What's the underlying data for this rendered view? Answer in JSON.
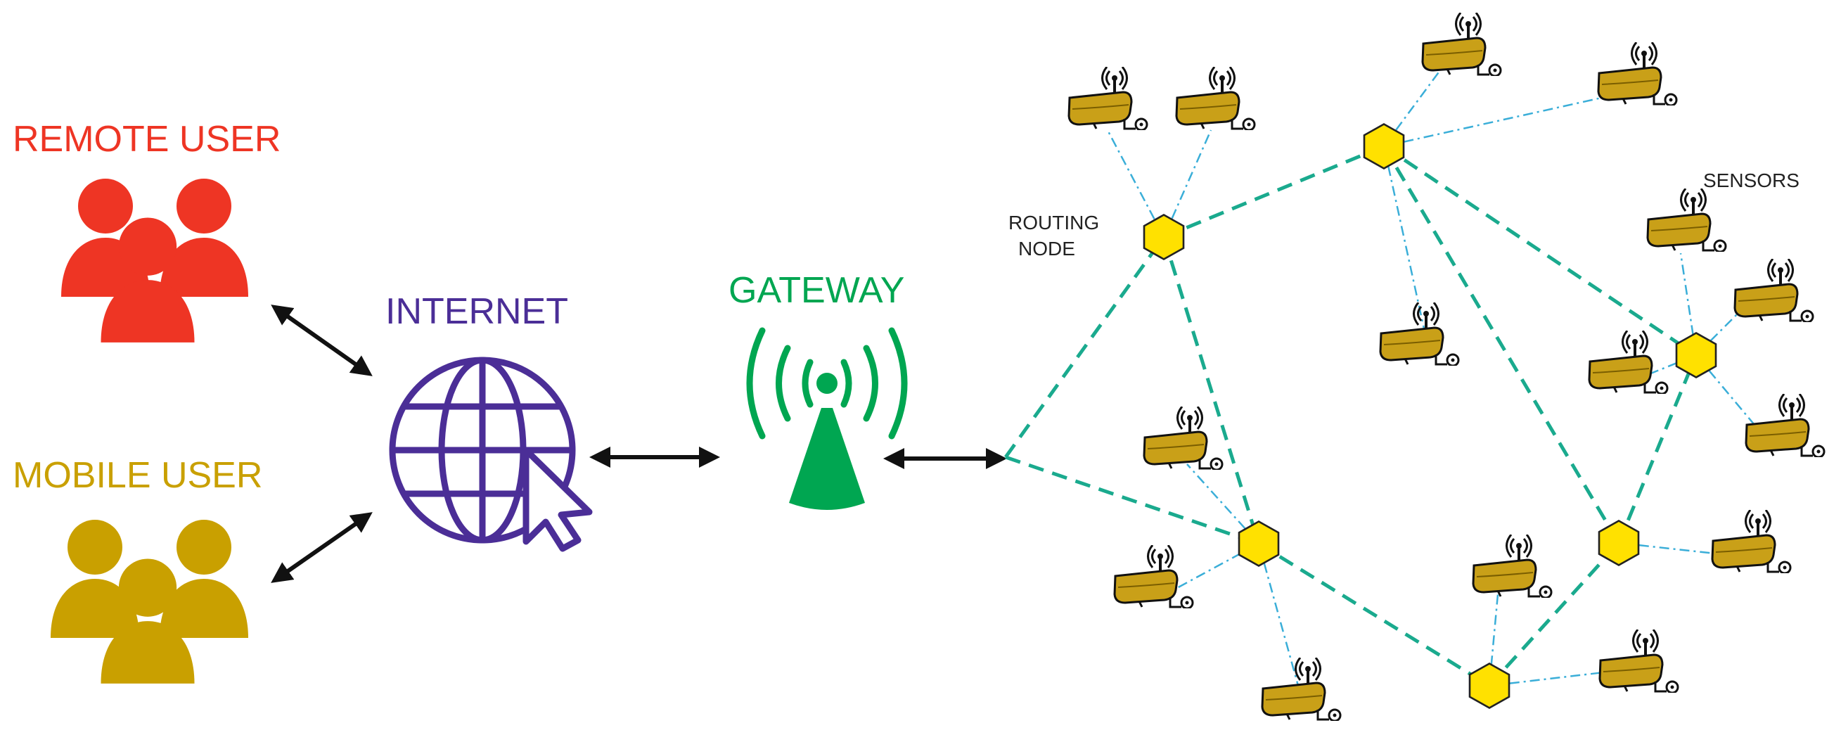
{
  "labels": {
    "remote_user": "REMOTE USER",
    "mobile_user": "MOBILE USER",
    "internet": "INTERNET",
    "gateway": "GATEWAY",
    "routing_node_line1": "ROUTING",
    "routing_node_line2": "NODE",
    "sensors": "SENSORS"
  },
  "colors": {
    "remote_user": "#ee3524",
    "mobile_user": "#c9a000",
    "internet": "#4b2e97",
    "gateway": "#00a651",
    "routing_node": "#ffe100",
    "sensor_body": "#c9a018",
    "backbone_link": "#1aaa8e",
    "sensor_link": "#3aaed8"
  },
  "icons": {
    "remote_user": "users-group-icon",
    "mobile_user": "users-group-icon",
    "internet": "globe-cursor-icon",
    "gateway": "radio-tower-icon",
    "routing_node": "hexagon-icon",
    "sensor": "wireless-sensor-icon"
  }
}
